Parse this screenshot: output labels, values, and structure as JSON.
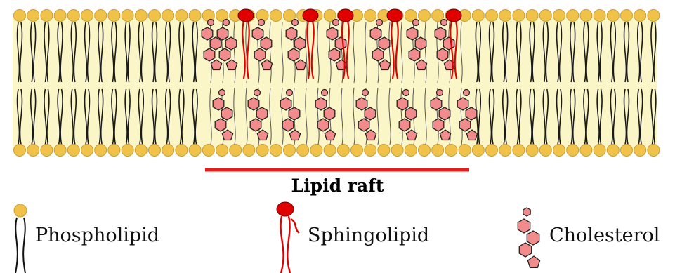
{
  "raft_label": "Lipid raft",
  "legend": {
    "phospholipid": "Phospholipid",
    "sphingolipid": "Sphingolipid",
    "cholesterol": "Cholesterol"
  },
  "colors": {
    "membrane_fill": "#fbf6c8",
    "head_fill": "#f0c24a",
    "raft_line": "#e41d1d",
    "sphingolipid_red": "#e00000",
    "cholesterol_fill": "#f28c8c",
    "tail_stroke": "#1a1a1a"
  }
}
